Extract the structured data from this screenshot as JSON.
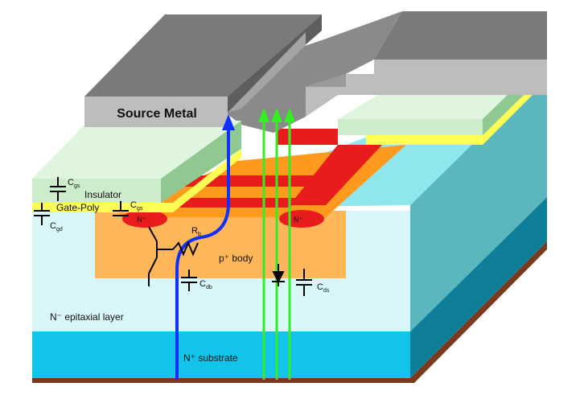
{
  "labels": {
    "source_metal": "Source Metal",
    "insulator": "Insulator",
    "gate_poly": "Gate-Poly",
    "p_body": "p⁺ body",
    "n_epi": "N⁻ epitaxial layer",
    "n_substrate": "N⁺ substrate",
    "n_plus_left": "N⁺",
    "n_plus_right": "N⁺",
    "rb": "R",
    "rb_sub": "b",
    "cgs": "C",
    "cgs_sub": "gs",
    "cgs2": "C",
    "cgs2_sub": "gs",
    "cgd": "C",
    "cgd_sub": "gd",
    "cdb": "C",
    "cdb_sub": "db",
    "cds": "C",
    "cds_sub": "ds"
  },
  "colors": {
    "metal_top": "#7a7a7a",
    "metal_front": "#bdbdbd",
    "metal_side": "#5e5e5e",
    "insulator": "#cdeccc",
    "gate_poly": "#ffff55",
    "p_body": "#ffb75a",
    "n_plus": "#e81c1c",
    "epi": "#d9f6f9",
    "epi_side": "#5ab7bd",
    "substrate": "#12c4ea",
    "substrate_side": "#0f7e99",
    "base": "#7a3b1c",
    "electron_path": "#1030ff",
    "channel_path": "#33ee22"
  }
}
